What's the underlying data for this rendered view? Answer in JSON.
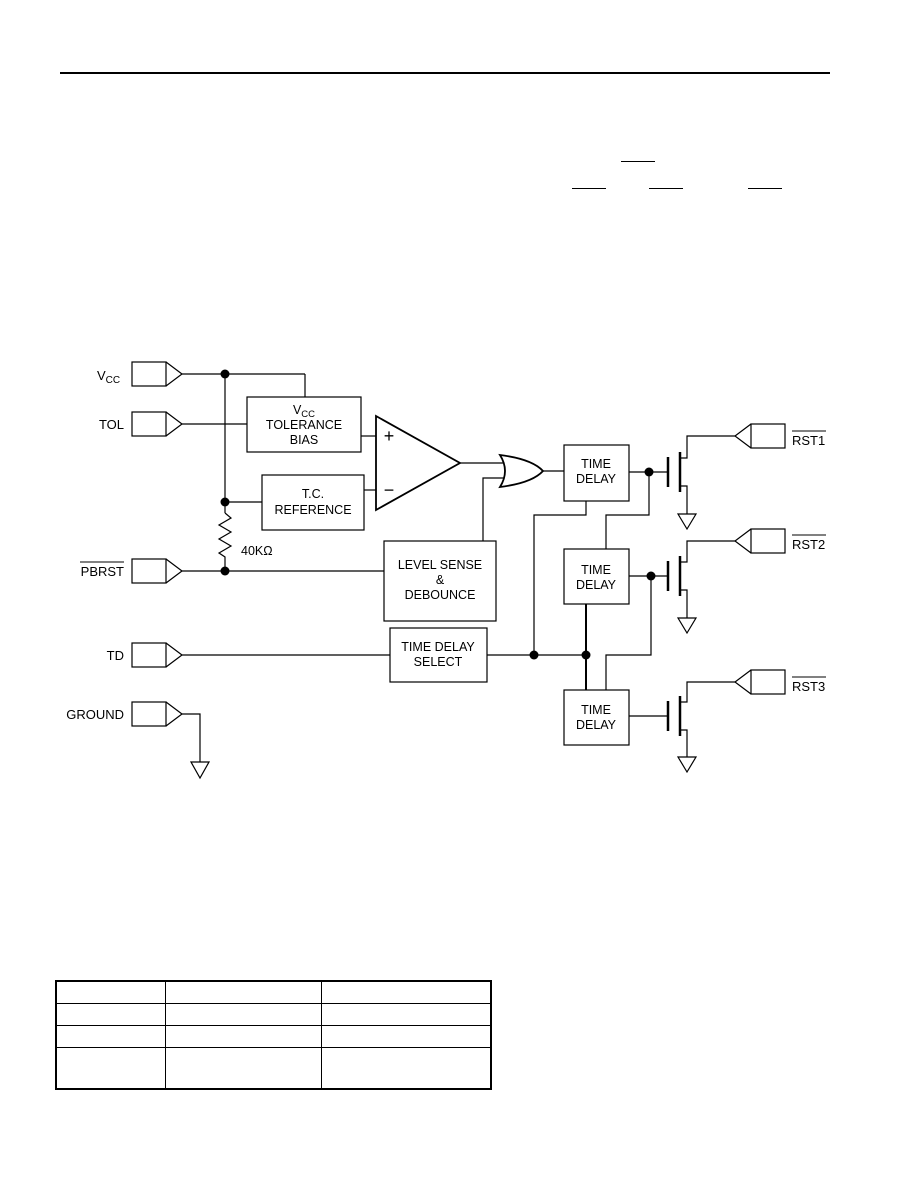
{
  "pins": {
    "vcc_main": "V",
    "vcc_sub": "CC",
    "tol": "TOL",
    "pbrst": "PBRST",
    "td": "TD",
    "ground": "GROUND",
    "rst1": "RST1",
    "rst2": "RST2",
    "rst3": "RST3"
  },
  "blocks": {
    "vcc_tol_main": "V",
    "vcc_tol_sub": "CC",
    "vcc_tol_line2": "TOLERANCE",
    "vcc_tol_line3": "BIAS",
    "tc_ref_line1": "T.C.",
    "tc_ref_line2": "REFERENCE",
    "level_line1": "LEVEL SENSE",
    "level_line2": "&",
    "level_line3": "DEBOUNCE",
    "tds_line1": "TIME DELAY",
    "tds_line2": "SELECT",
    "td1_line1": "TIME",
    "td1_line2": "DELAY",
    "td2_line1": "TIME",
    "td2_line2": "DELAY",
    "td3_line1": "TIME",
    "td3_line2": "DELAY"
  },
  "labels": {
    "resistor": "40KΩ",
    "plus": "+",
    "minus": "−"
  }
}
